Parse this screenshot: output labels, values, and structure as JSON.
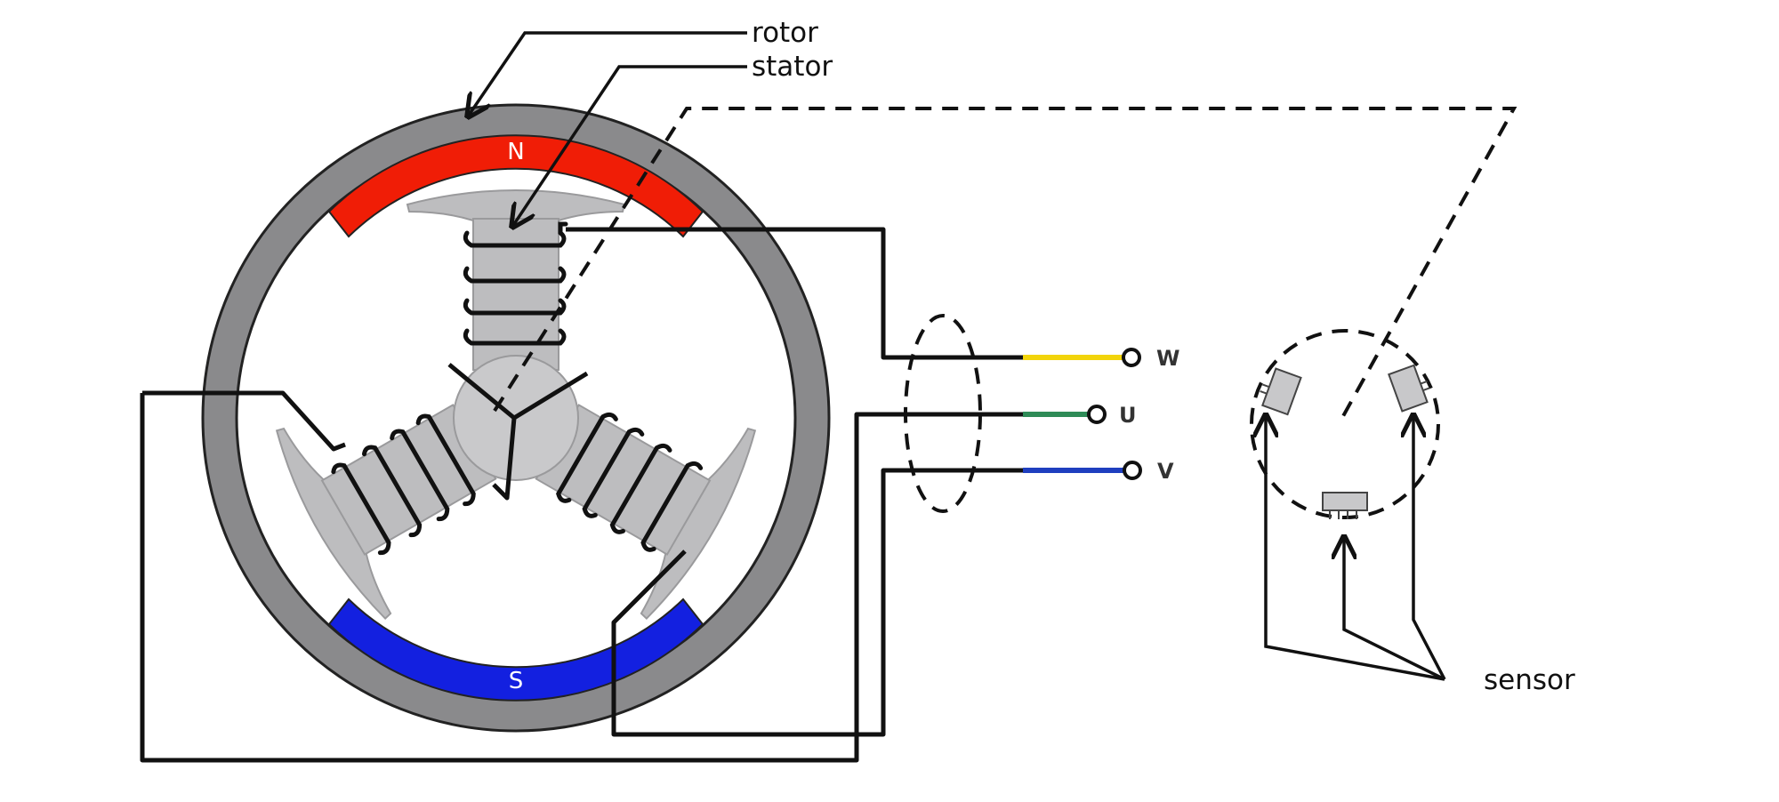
{
  "labels": {
    "rotor": "rotor",
    "stator": "stator",
    "sensor": "sensor",
    "pole_north": "N",
    "pole_south": "S"
  },
  "terminals": [
    {
      "id": "W",
      "label": "W",
      "wire_color": "#f2d40a"
    },
    {
      "id": "U",
      "label": "U",
      "wire_color": "#2e8b57"
    },
    {
      "id": "V",
      "label": "V",
      "wire_color": "#1f3fbf"
    }
  ],
  "colors": {
    "rotor_ring": "#8a8a8c",
    "stator": "#bdbdbf",
    "north_magnet": "#f01d06",
    "south_magnet": "#1320e0"
  }
}
